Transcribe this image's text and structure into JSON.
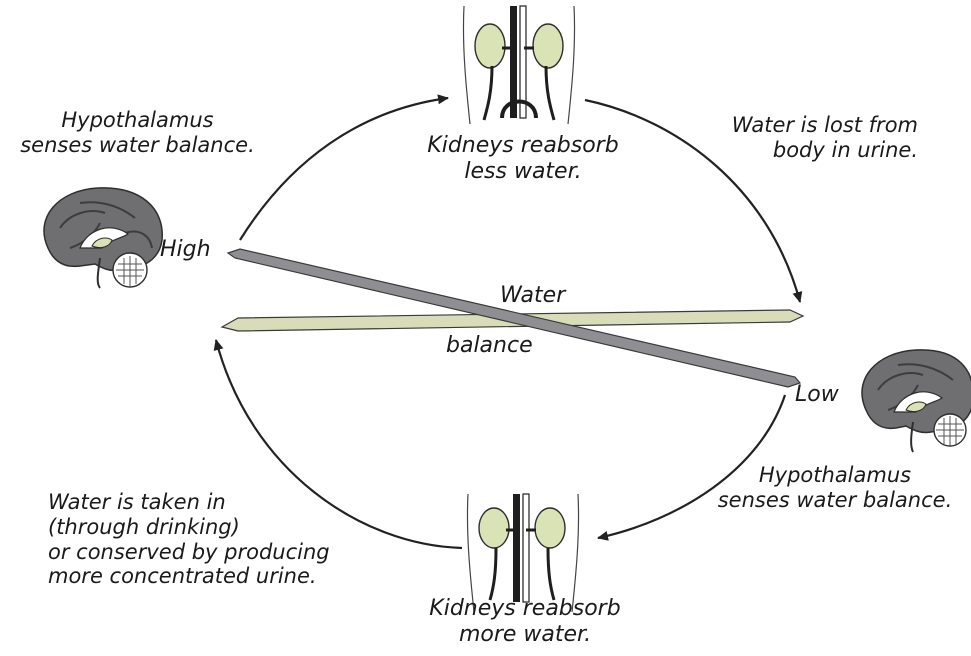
{
  "labels": {
    "hypothalamus_top": [
      "Hypothalamus",
      "senses water balance."
    ],
    "hypothalamus_bottom": [
      "Hypothalamus",
      "senses water balance."
    ],
    "kidneys_top": [
      "Kidneys reabsorb",
      "less water."
    ],
    "kidneys_bottom": [
      "Kidneys reabsorb",
      "more water."
    ],
    "water_lost": [
      "Water is lost from",
      "body in urine."
    ],
    "water_taken": [
      "Water is taken in",
      "(through drinking)",
      "or conserved by producing",
      "more concentrated urine."
    ],
    "high": "High",
    "low": "Low",
    "water": "Water",
    "balance": "balance"
  },
  "colors": {
    "text": "#1a1a1a",
    "arrow": "#222222",
    "lever": "#8f8f93",
    "balance_bar": "#d8dcb8",
    "brain": "#6f6f72",
    "brain_dark": "#4a4a4d",
    "kidney": "#d9e3b5",
    "vessel": "#1e1e1e"
  },
  "icons": [
    "brain-icon",
    "kidneys-icon"
  ]
}
